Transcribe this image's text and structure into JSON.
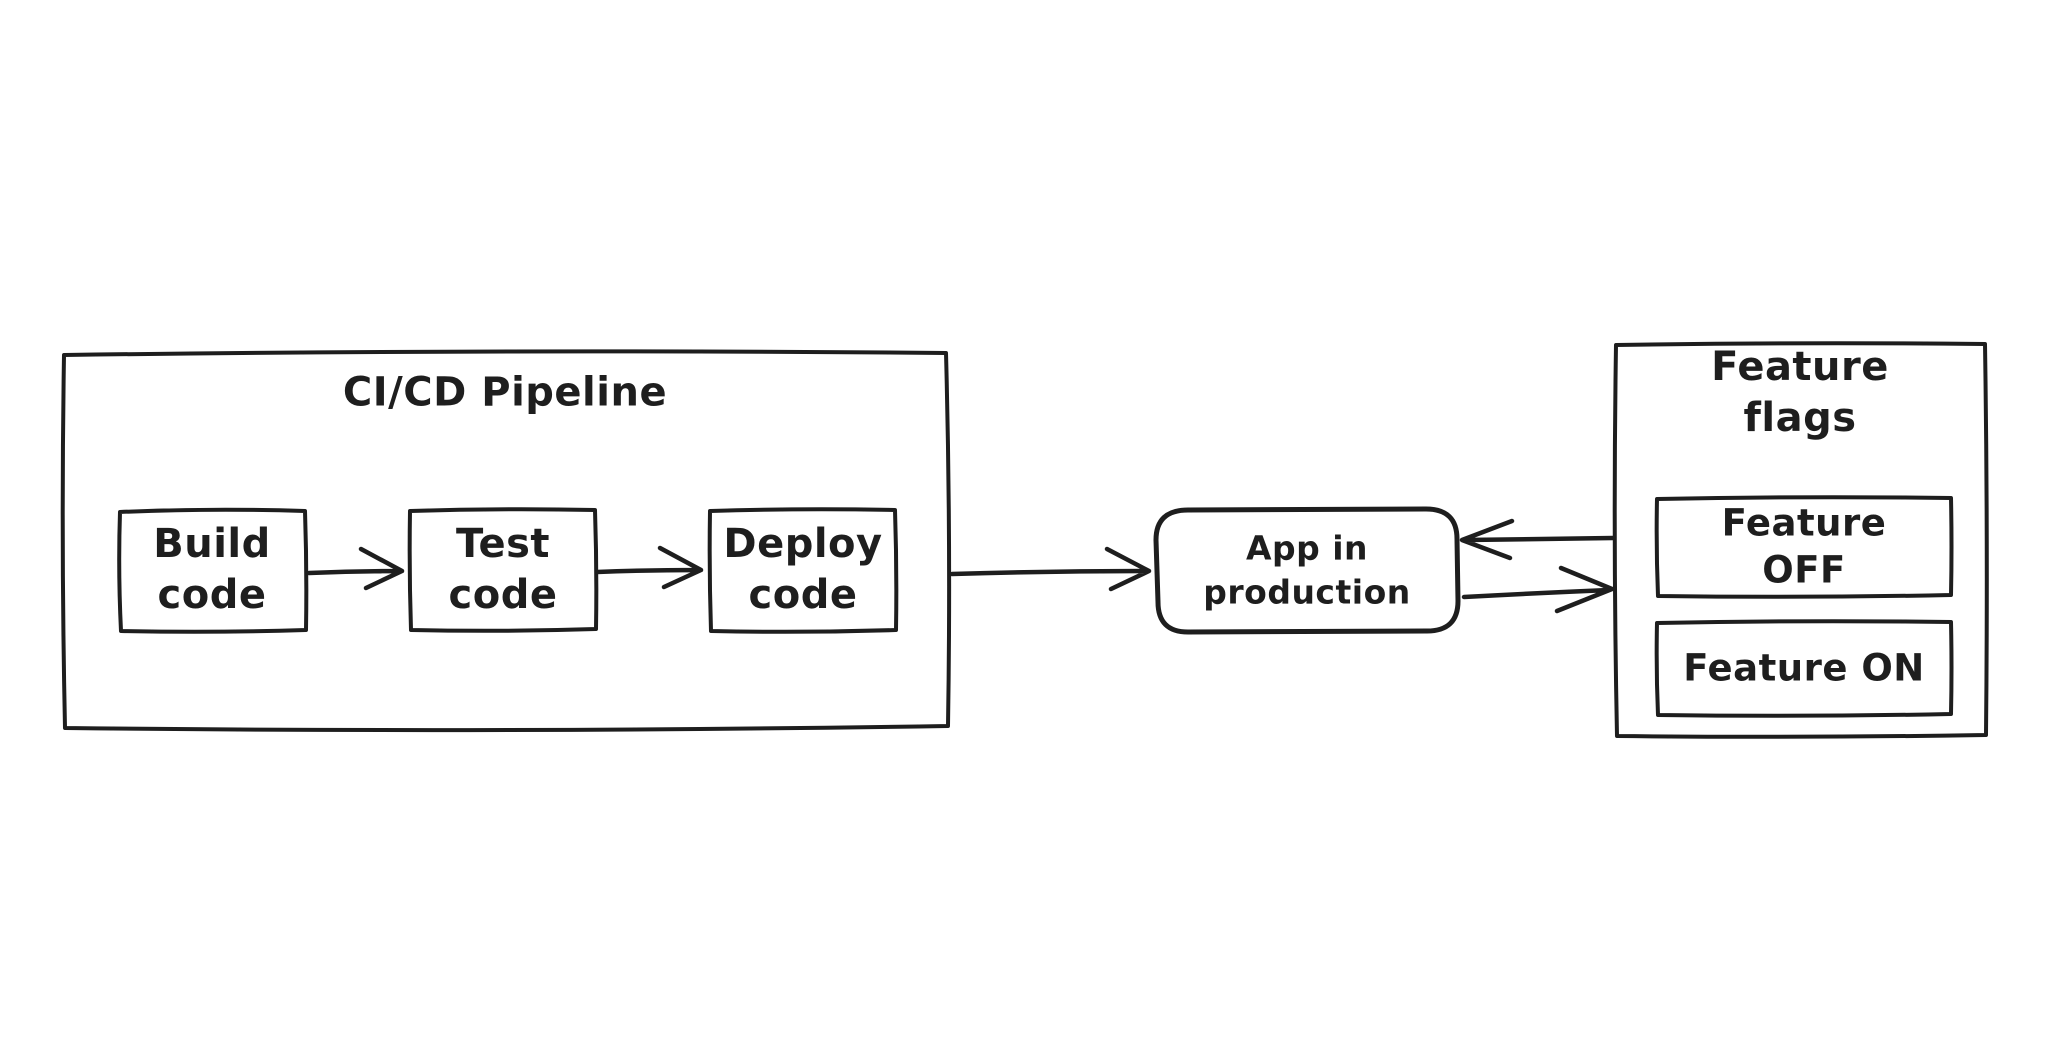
{
  "colors": {
    "background": "#ffffff",
    "stroke": "#1e1e1e",
    "text": "#1e1e1e"
  },
  "pipeline": {
    "title": "CI/CD Pipeline",
    "stages": [
      {
        "label": "Build\ncode"
      },
      {
        "label": "Test\ncode"
      },
      {
        "label": "Deploy\ncode"
      }
    ]
  },
  "app": {
    "label": "App in\nproduction"
  },
  "feature_flags": {
    "title": "Feature flags",
    "flags": [
      {
        "label": "Feature OFF"
      },
      {
        "label": "Feature ON"
      }
    ]
  },
  "connections": [
    {
      "from": "Build code",
      "to": "Test code"
    },
    {
      "from": "Test code",
      "to": "Deploy code"
    },
    {
      "from": "CI/CD Pipeline",
      "to": "App in production"
    },
    {
      "from": "Feature flags",
      "to": "App in production"
    },
    {
      "from": "App in production",
      "to": "Feature flags"
    }
  ]
}
